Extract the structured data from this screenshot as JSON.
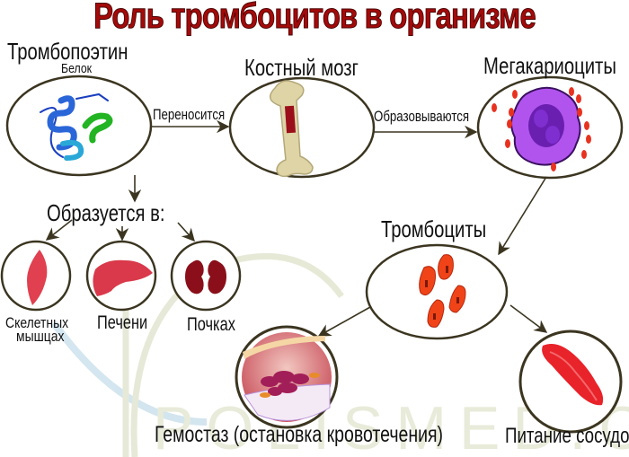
{
  "title": "Роль тромбоцитов в организме",
  "watermark": "POLISMED.COM",
  "colors": {
    "title": "#a30a0a",
    "outline": "#3b3520",
    "platelet": "#f04418",
    "megakaryocyte": "#a144e8",
    "organ_red": "#d9394a",
    "kidney": "#8a0f1a",
    "watermark_blue": "#cfe3ee",
    "watermark_green": "#e4e7d3"
  },
  "nodes": {
    "thrombopoietin": {
      "label": "Тромбопоэтин",
      "sublabel": "Белок",
      "icon": "protein-icon"
    },
    "bone_marrow": {
      "label": "Костный мозг",
      "icon": "bone-icon"
    },
    "megakaryocytes": {
      "label": "Мегакариоциты",
      "icon": "megakaryocyte-icon"
    },
    "formed_in": {
      "label": "Образуется в:"
    },
    "organs": [
      {
        "label_line1": "Скелетных",
        "label_line2": "мышцах",
        "icon": "muscle-icon"
      },
      {
        "label_line1": "Печени",
        "icon": "liver-icon"
      },
      {
        "label_line1": "Почках",
        "icon": "kidneys-icon"
      }
    ],
    "platelets": {
      "label": "Тромбоциты",
      "icon": "platelets-icon"
    },
    "hemostasis": {
      "label": "Гемостаз (остановка кровотечения)",
      "icon": "blood-clot-icon"
    },
    "vessel_nutrition": {
      "label": "Питание сосудов",
      "icon": "blood-vessel-icon"
    }
  },
  "edges": {
    "tpo_to_marrow": "Переносится",
    "marrow_to_mega": "Образовываются"
  }
}
